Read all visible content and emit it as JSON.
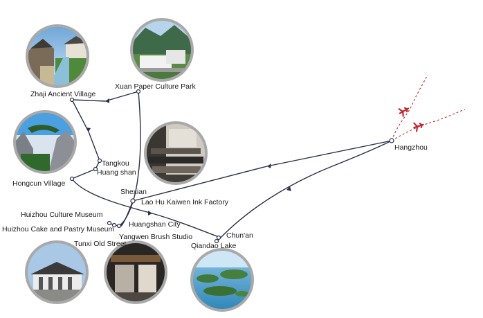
{
  "labels": {
    "hangzhou": "Hangzhou",
    "zhaji": "Zhaji Ancient Village",
    "xuan": "Xuan Paper Culture Park",
    "tangkou": "Tangkou",
    "huangshan": "Huang shan",
    "hongcun": "Hongcun Village",
    "shexian": "Shexian",
    "laohu": "Lao Hu Kaiwen Ink Factory",
    "huizhou_museum": "Huizhou Culture Museum",
    "huizhou_cake": "Huizhou Cake and Pastry Museum",
    "huangshan_city": "Huangshan City",
    "yangwen": "Yangwen Brush Studio",
    "tunxi": "Tunxi Old Street",
    "chunan": "Chun'an",
    "qiandao": "Qiandao Lake"
  },
  "icons": {
    "airplane": "airplane-icon"
  },
  "colors": {
    "route": "#2b2f4a",
    "flight": "#c0262b",
    "photo_ring": "#a9a9a9"
  }
}
